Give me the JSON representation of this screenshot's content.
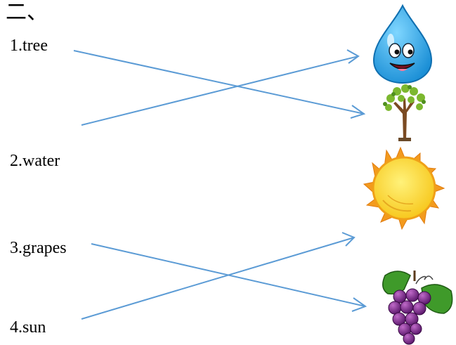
{
  "section_number": "二、",
  "words": [
    {
      "label": "1.tree"
    },
    {
      "label": "2.water"
    },
    {
      "label": "3.grapes"
    },
    {
      "label": "4.sun"
    }
  ],
  "pictures": [
    {
      "icon": "water-drop-icon"
    },
    {
      "icon": "tree-icon"
    },
    {
      "icon": "sun-icon"
    },
    {
      "icon": "grapes-icon"
    }
  ],
  "line_color": "#5b9bd5"
}
